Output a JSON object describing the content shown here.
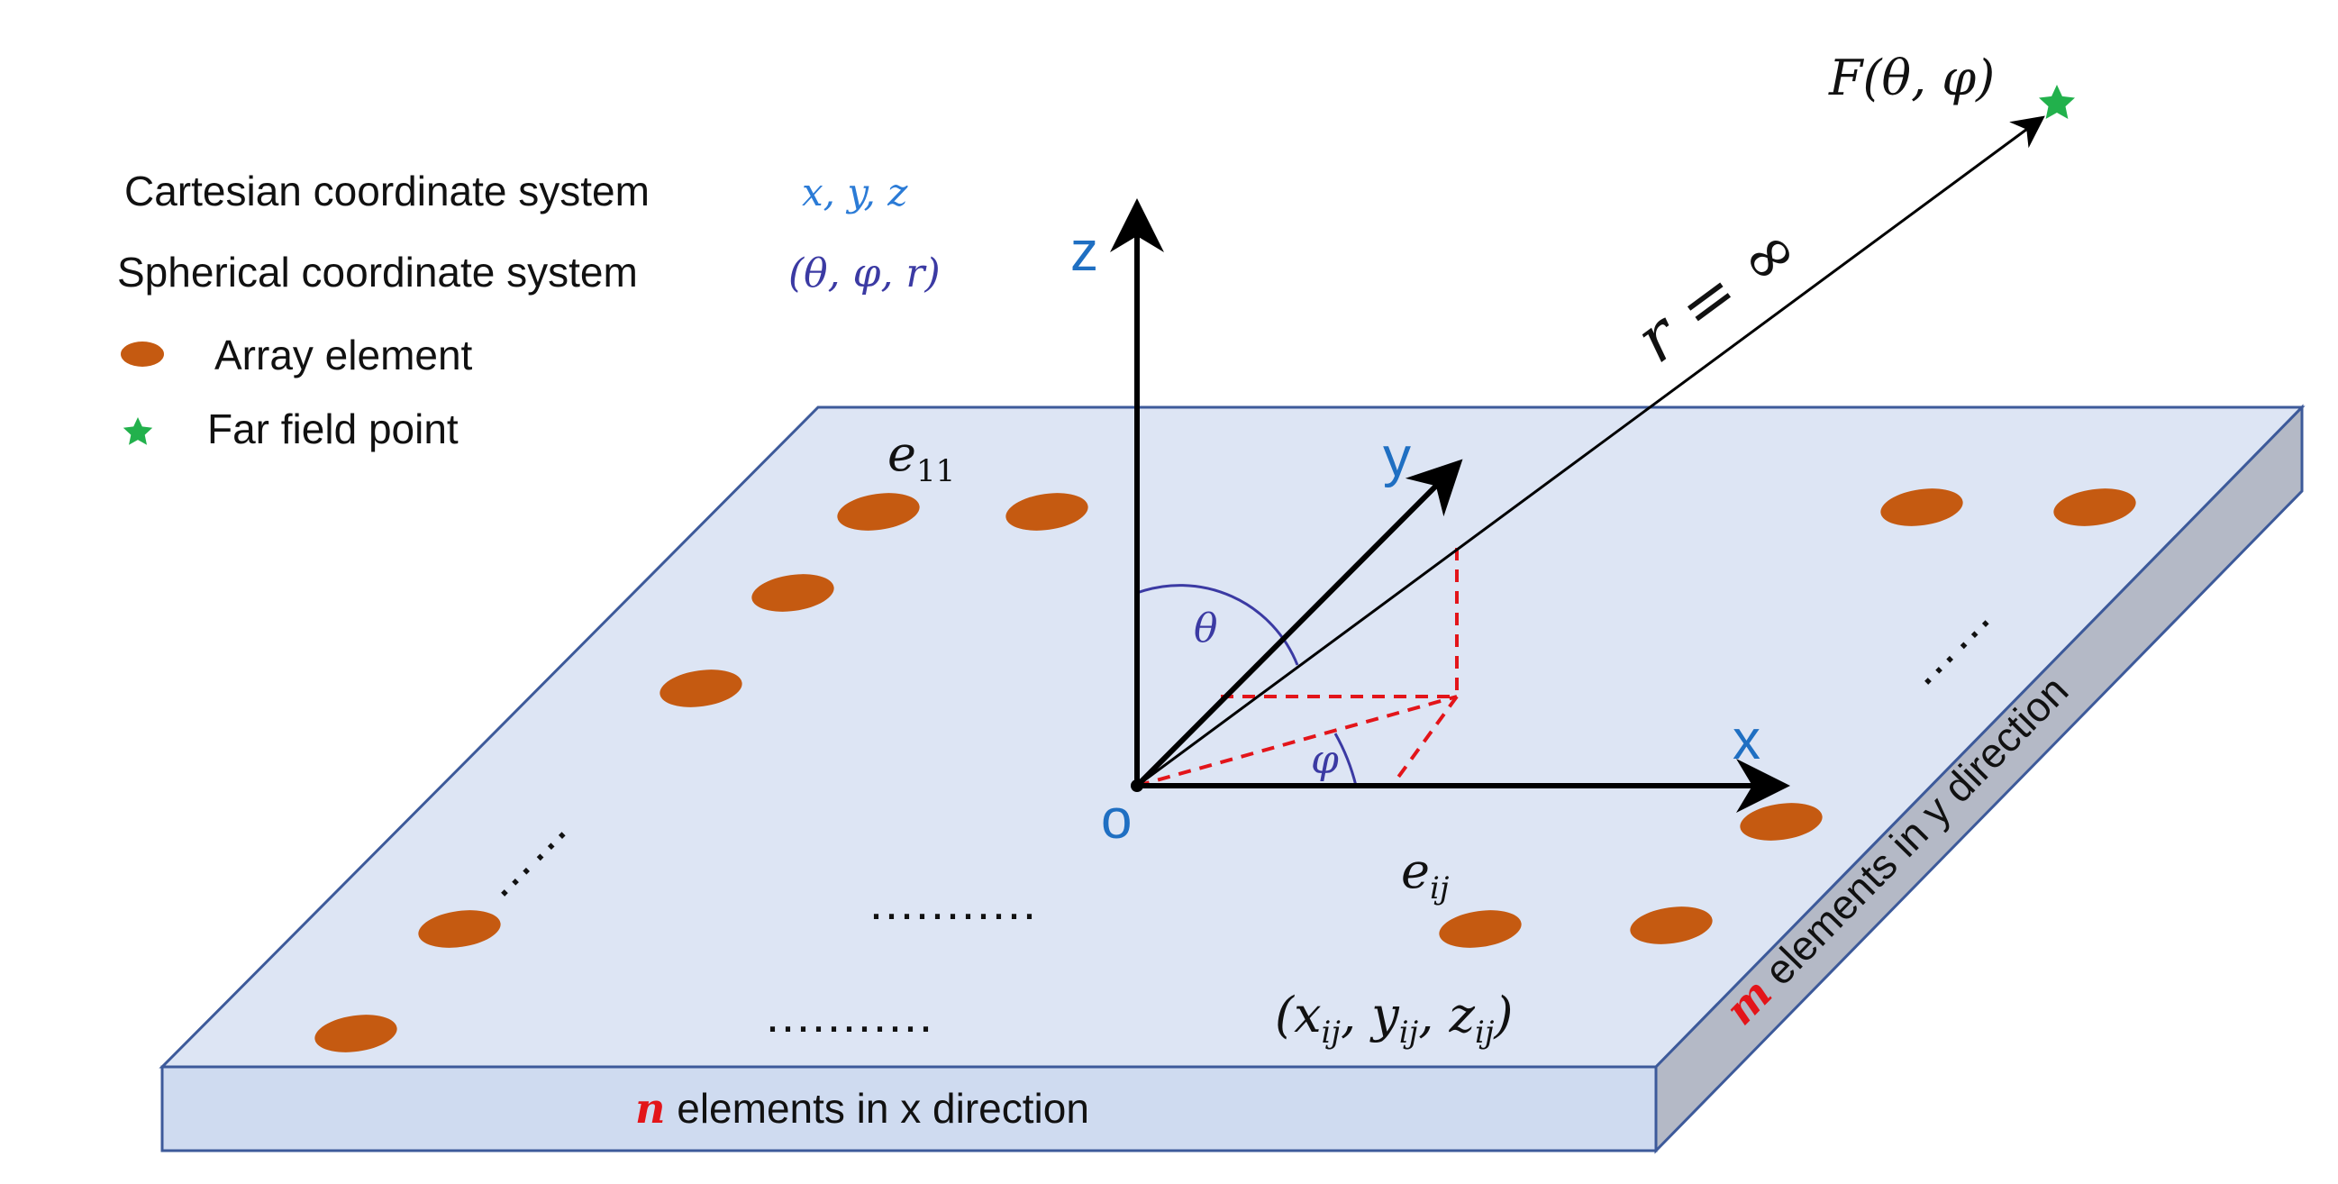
{
  "legend": {
    "cartesian_label": "Cartesian coordinate system",
    "cartesian_symbol": "x, y, z",
    "spherical_label": "Spherical coordinate system",
    "spherical_symbol": "(θ, φ, r)",
    "array_element_label": "Array element",
    "far_field_label": "Far field point"
  },
  "axes": {
    "z": "z",
    "y": "y",
    "x": "x",
    "origin": "o"
  },
  "angles": {
    "theta": "θ",
    "phi": "φ"
  },
  "radius_label": "r = ∞",
  "far_field_point_label": "F(θ, φ)",
  "elements": {
    "first_element": "e",
    "first_element_sub": "11",
    "general_element": "e",
    "general_element_sub": "ij",
    "general_coords": "(x",
    "general_coords_parts": [
      "(x",
      "ij",
      ", y",
      "ij",
      ", z",
      "ij",
      ")"
    ]
  },
  "ellipsis": {
    "left_diagonal": "……",
    "middle": "...........",
    "bottom": "...........",
    "right": "……"
  },
  "strip_labels": {
    "x_direction_var": "n",
    "x_direction_text": " elements in x direction",
    "y_direction_var": "m",
    "y_direction_text": " elements in y direction"
  },
  "colors": {
    "plate_top": "#dde5f4",
    "plate_front": "#cfdbf0",
    "plate_side": "#b4b9c6",
    "plate_edge": "#3d5a9a",
    "element_fill": "#c55a11",
    "star": "#22b14c",
    "dashed": "#e3151a",
    "angle_arc": "#3b3aa3"
  }
}
